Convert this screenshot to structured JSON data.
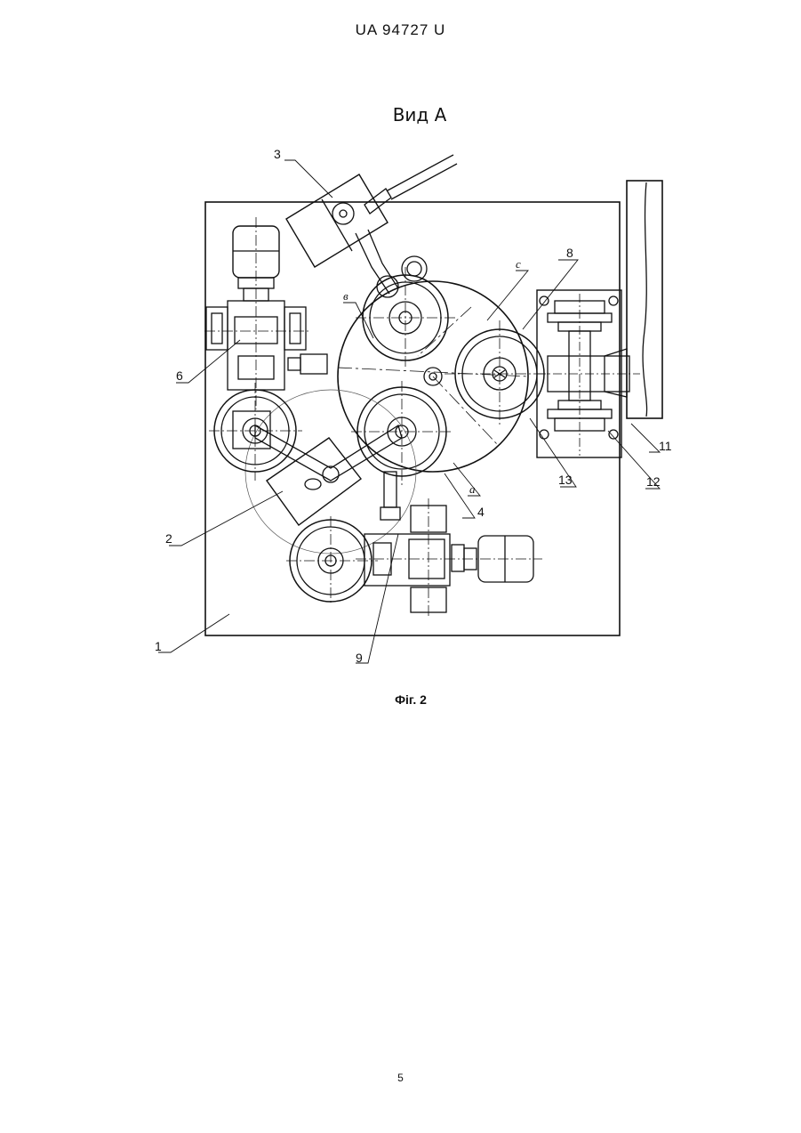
{
  "header": {
    "patent_number": "UA   94727   U"
  },
  "figure": {
    "view_title": "Вид А",
    "caption": "Фіг. 2",
    "callouts": {
      "n1": "1",
      "n2": "2",
      "n3": "3",
      "n4": "4",
      "n6": "6",
      "n8": "8",
      "n9": "9",
      "n11": "11",
      "n12": "12",
      "n13": "13",
      "la": "а",
      "lb": "в",
      "lc": "с"
    }
  },
  "footer": {
    "page_number": "5"
  }
}
